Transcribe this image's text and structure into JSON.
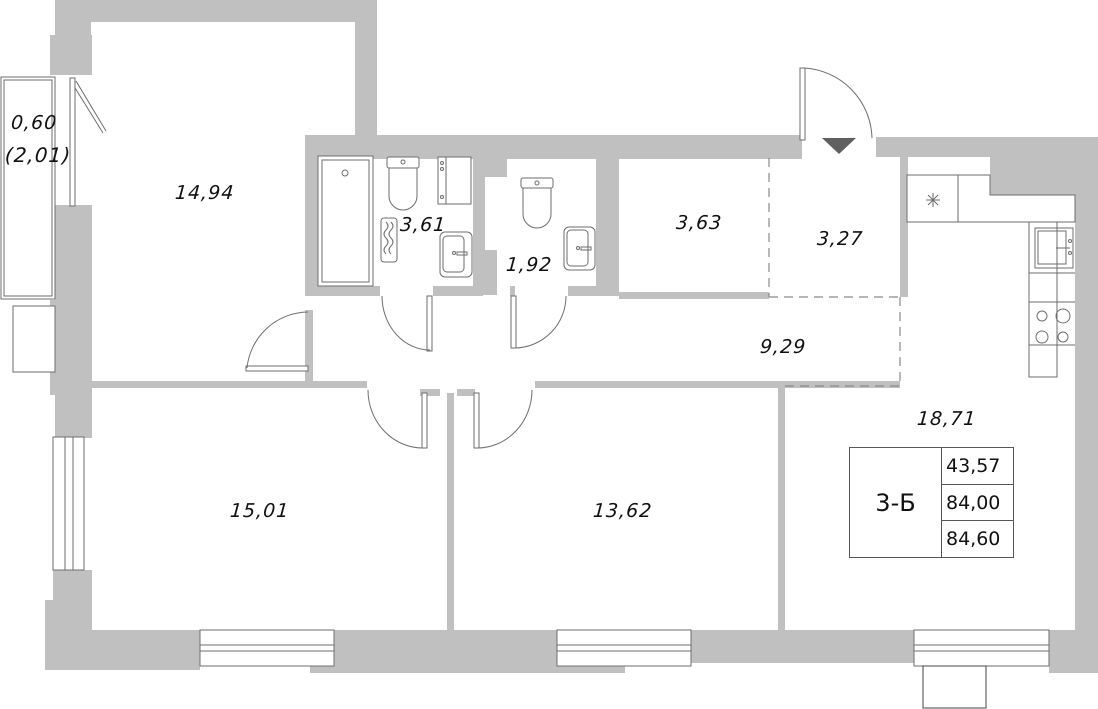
{
  "plan": {
    "title": "3-Б",
    "areas": {
      "living": "43,57",
      "total": "84,00",
      "total_with_balcony": "84,60"
    },
    "colors": {
      "wall": "#c0c0c0",
      "line": "#6e6e6e",
      "entry_arrow": "#606060"
    }
  },
  "rooms": [
    {
      "id": "balcony",
      "label": "0,60",
      "sublabel": "(2,01)"
    },
    {
      "id": "bedroom-1",
      "label": "14,94"
    },
    {
      "id": "bathroom",
      "label": "3,61"
    },
    {
      "id": "wc",
      "label": "1,92"
    },
    {
      "id": "storage",
      "label": "3,63"
    },
    {
      "id": "entry-hall",
      "label": "3,27"
    },
    {
      "id": "corridor",
      "label": "9,29"
    },
    {
      "id": "kitchen-living",
      "label": "18,71"
    },
    {
      "id": "bedroom-2",
      "label": "15,01"
    },
    {
      "id": "bedroom-3",
      "label": "13,62"
    }
  ],
  "icons": {
    "entry": "entry-arrow-icon",
    "fridge": "snowflake-icon",
    "stove": "cooktop-icon",
    "kitchen_sink": "sink-icon",
    "bathtub": "bathtub-icon",
    "toilet": "toilet-icon",
    "washbasin": "washbasin-icon",
    "towel_rail": "towel-rail-icon",
    "washing_machine": "washing-machine-icon"
  }
}
